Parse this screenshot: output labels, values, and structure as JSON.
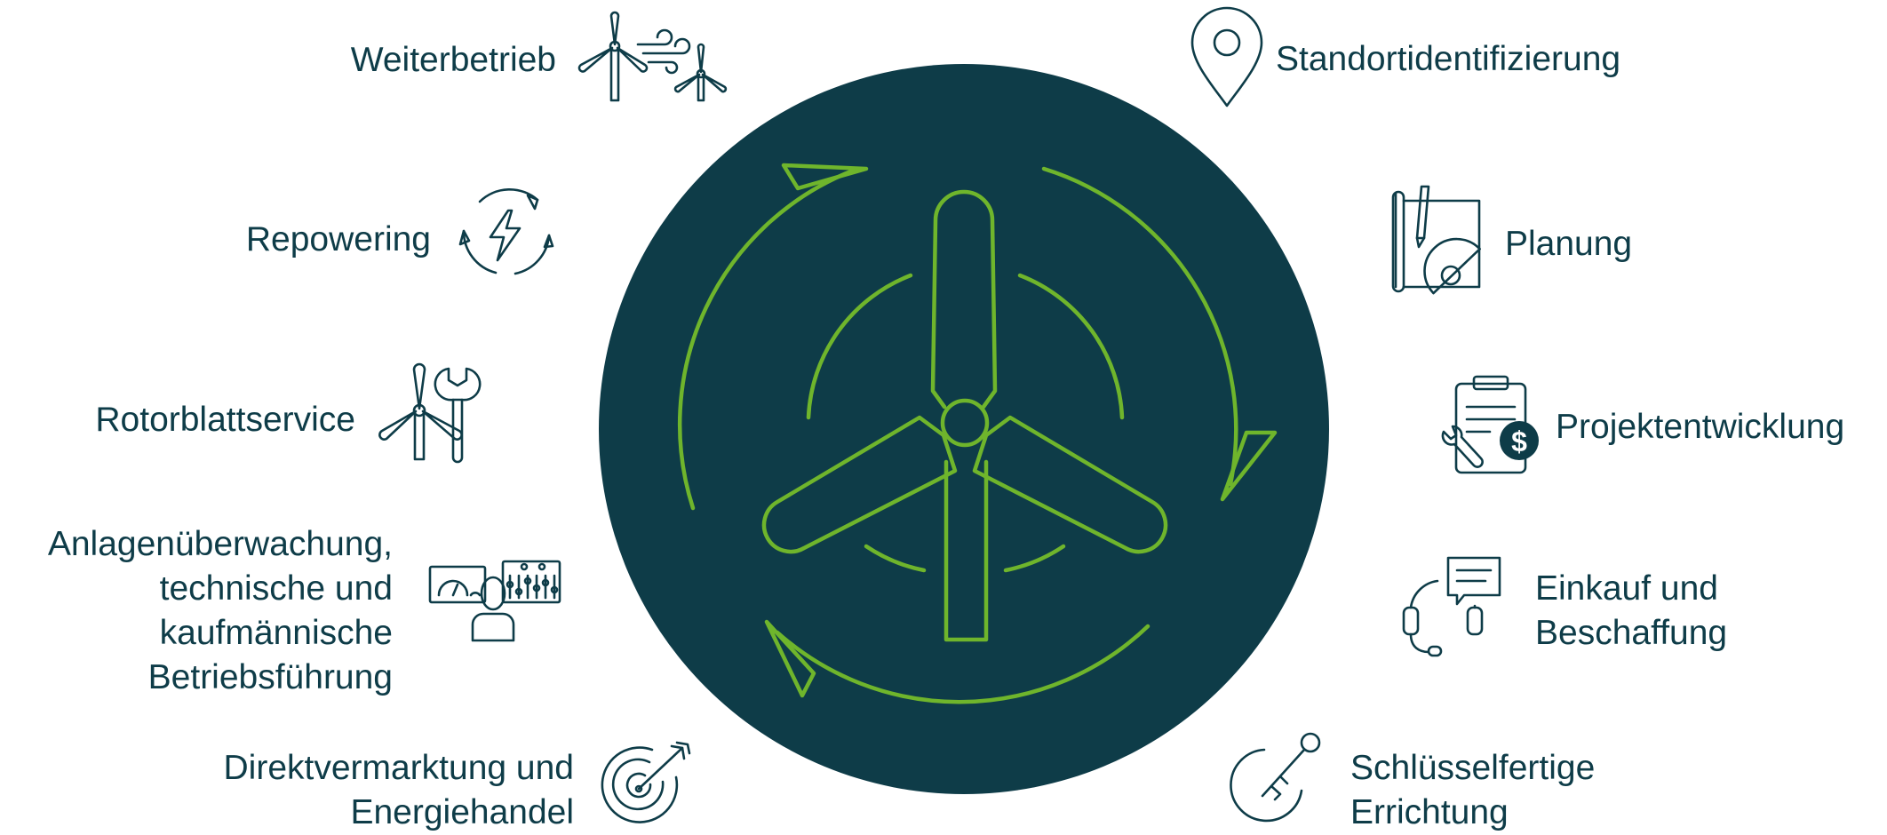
{
  "colors": {
    "circle_fill": "#0e3c48",
    "accent_green": "#6fb52c",
    "text": "#0e3c48",
    "background": "#ffffff"
  },
  "center": {
    "icon": "wind-turbine-cycle-icon"
  },
  "services": {
    "weiterbetrieb": {
      "label": "Weiterbetrieb",
      "icon": "wind-turbines-icon"
    },
    "repowering": {
      "label": "Repowering",
      "icon": "lightning-cycle-icon"
    },
    "rotorblattservice": {
      "label": "Rotorblattservice",
      "icon": "turbine-wrench-icon"
    },
    "anlagenueberwachung": {
      "line1": "Anlagenüberwachung,",
      "line2": "technische und",
      "line3": "kaufmännische",
      "line4": "Betriebsführung",
      "icon": "monitoring-dashboard-icon"
    },
    "direktvermarktung": {
      "line1": "Direktvermarktung und",
      "line2": "Energiehandel",
      "icon": "target-arrow-icon"
    },
    "standortidentifizierung": {
      "label": "Standortidentifizierung",
      "icon": "location-pin-icon"
    },
    "planung": {
      "label": "Planung",
      "icon": "blueprint-protractor-icon"
    },
    "projektentwicklung": {
      "label": "Projektentwicklung",
      "icon": "clipboard-dollar-icon"
    },
    "einkauf": {
      "line1": "Einkauf und",
      "line2": "Beschaffung",
      "icon": "headset-chat-icon"
    },
    "errichtung": {
      "line1": "Schlüsselfertige",
      "line2": "Errichtung",
      "icon": "key-icon"
    }
  }
}
